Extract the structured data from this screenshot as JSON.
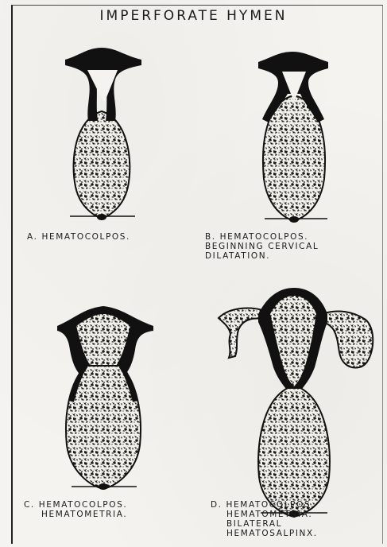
{
  "title": "IMPERFORATE HYMEN",
  "panels": {
    "a": {
      "lines": [
        "A. HEMATOCOLPOS."
      ]
    },
    "b": {
      "lines": [
        "B. HEMATOCOLPOS.",
        "BEGINNING CERVICAL",
        "DILATATION."
      ]
    },
    "c": {
      "lines": [
        "C. HEMATOCOLPOS.",
        "HEMATOMETRIA."
      ]
    },
    "d": {
      "lines": [
        "D. HEMATOCOLPOS.",
        "HEMATOMETRIA.",
        "BILATERAL",
        "HEMATOSALPINX."
      ]
    }
  },
  "colors": {
    "ink": "#111111",
    "paper": "#f5f3ef",
    "blood_fill": "#1a1a1a"
  }
}
